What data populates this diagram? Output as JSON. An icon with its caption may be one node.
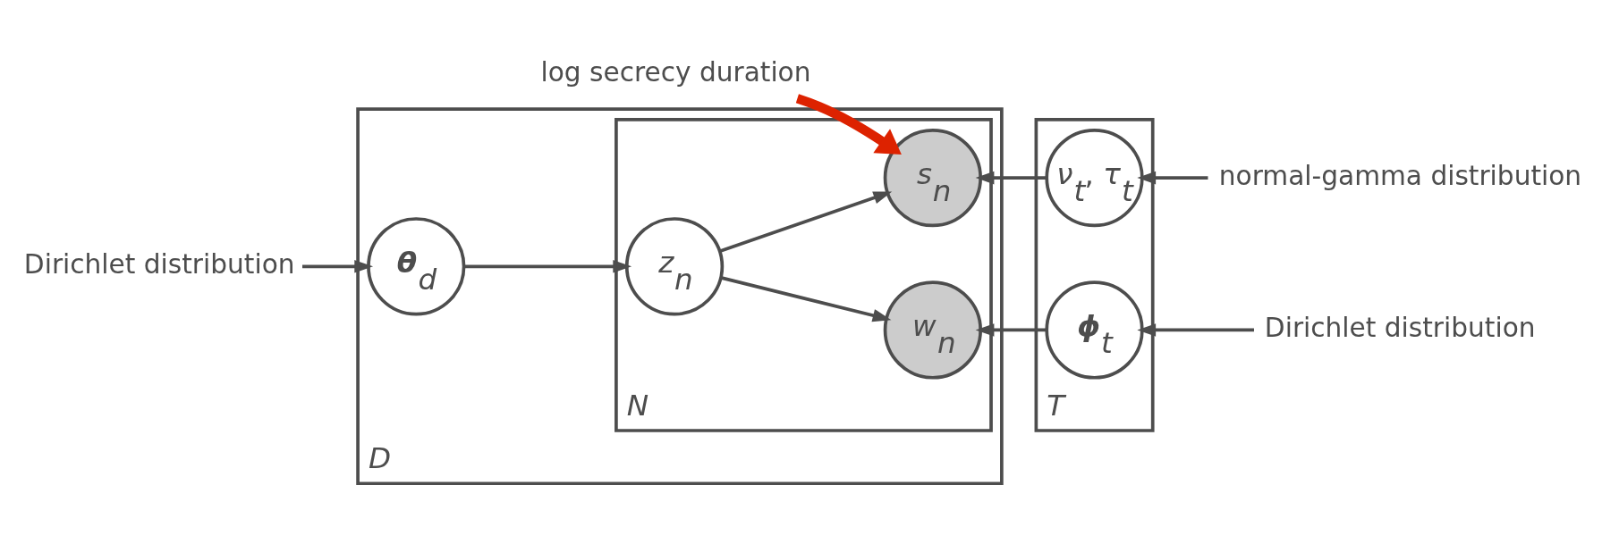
{
  "diagram": {
    "nodes": [
      {
        "text": [
          "log secrecy duration"
        ]
      },
      {
        "text": [
          "*D*"
        ]
      },
      {
        "text": [
          "*N*"
        ],
        "in": 1
      },
      {
        "text": [
          "**θ**$_{d}$"
        ],
        "in": 1
      },
      {
        "text": [
          "*z*$_{n}$"
        ],
        "in": 2
      },
      {
        "text": [
          "*s*$_{n}$"
        ],
        "in": 2
      },
      {
        "text": [
          "*w*$_{n}$"
        ],
        "in": 2
      },
      {
        "text": [
          "*T*"
        ]
      },
      {
        "text": [
          "*ν*$_{t}$, *τ*$_{t}$"
        ],
        "in": 7
      },
      {
        "text": [
          "**ϕ**$_{t}$"
        ],
        "in": 7
      },
      {
        "text": [
          "Dirichlet distribution"
        ]
      },
      {
        "text": [
          "normal-gamma distribution"
        ]
      },
      {
        "text": [
          "Dirichlet distribution"
        ]
      }
    ],
    "edges": [
      {
        "from": 0,
        "to": 5,
        "arrow": "to",
        "style": "thick",
        "color": "#dd2200"
      },
      {
        "from": 10,
        "to": 3,
        "arrow": "to"
      },
      {
        "from": 3,
        "to": 4,
        "arrow": "to"
      },
      {
        "from": 4,
        "to": 5,
        "arrow": "to"
      },
      {
        "from": 4,
        "to": 6,
        "arrow": "to"
      },
      {
        "from": 8,
        "to": 5,
        "arrow": "to"
      },
      {
        "from": 9,
        "to": 6,
        "arrow": "to"
      },
      {
        "from": 11,
        "to": 8,
        "arrow": "to"
      },
      {
        "from": 12,
        "to": 9,
        "arrow": "to"
      }
    ]
  }
}
